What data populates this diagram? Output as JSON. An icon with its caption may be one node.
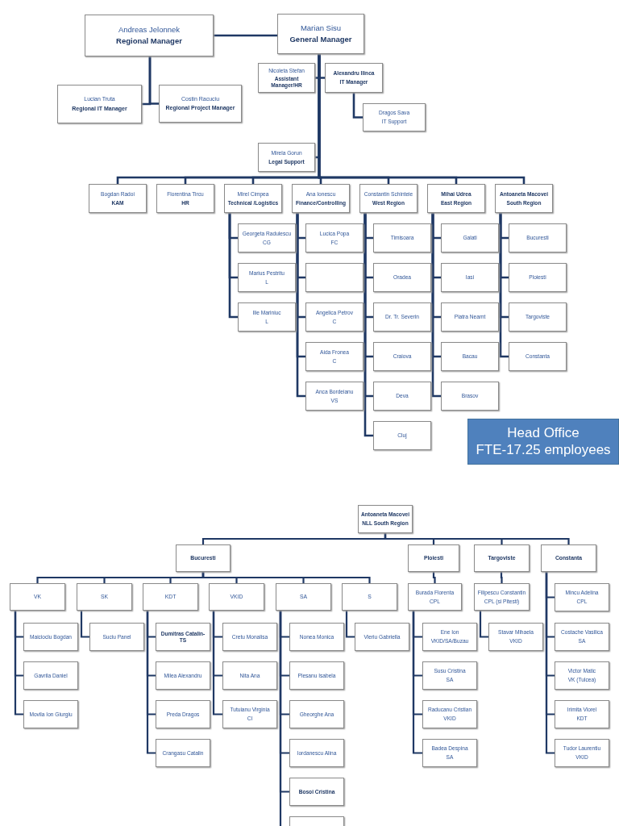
{
  "diagram": {
    "nodes": [
      {
        "text": [
          "Andreas Jelonnek",
          "Regional Manager"
        ]
      },
      {
        "text": [
          "Marian Sisu",
          "General Manager"
        ]
      },
      {
        "text": [
          "Nicoleta Stefan",
          "Assistant Manager/HR"
        ]
      },
      {
        "text": [
          "Alexandru Ilinca",
          "IT Manager"
        ]
      },
      {
        "text": [
          "Lucian Truta",
          "Regional IT Manager"
        ]
      },
      {
        "text": [
          "Costin Racuciu",
          "Regional Project Manager"
        ]
      },
      {
        "text": [
          "Dragos Sava",
          "IT Support"
        ]
      },
      {
        "text": [
          "Mirela Gorun",
          "Legal Support"
        ]
      },
      {
        "text": [
          "Bogdan Radoi",
          "KAM"
        ]
      },
      {
        "text": [
          "Florentina Tircu",
          "HR"
        ]
      },
      {
        "text": [
          "Mirel Cimpea",
          "Technical /Logistics"
        ]
      },
      {
        "text": [
          "Ana Ionescu",
          "Finance/Controlling"
        ]
      },
      {
        "text": [
          "Constantin Schinteie",
          "West Region"
        ]
      },
      {
        "text": [
          "Mihai Udrea",
          "East Region"
        ]
      },
      {
        "text": [
          "Antoaneta Macovei",
          "South Region"
        ]
      },
      {
        "text": [
          "Georgeta Radulescu",
          "CG"
        ]
      },
      {
        "text": [
          "Marius Pestritu",
          "L"
        ]
      },
      {
        "text": [
          "Ilie Mariniuc",
          "L"
        ]
      },
      {
        "text": [
          "Lucica Popa",
          "FC"
        ]
      },
      {
        "text": [],
        "shape": "box"
      },
      {
        "text": [
          "Angelica Petrov",
          "C"
        ]
      },
      {
        "text": [
          "Aida Fronea",
          "C"
        ]
      },
      {
        "text": [
          "Anca Bordeianu",
          "VS"
        ]
      },
      {
        "text": [
          "Timisoara"
        ]
      },
      {
        "text": [
          "Oradea"
        ]
      },
      {
        "text": [
          "Dr. Tr. Severin"
        ]
      },
      {
        "text": [
          "Craiova"
        ]
      },
      {
        "text": [
          "Deva"
        ]
      },
      {
        "text": [
          "Cluj"
        ]
      },
      {
        "text": [
          "Galati"
        ]
      },
      {
        "text": [
          "Iasi"
        ]
      },
      {
        "text": [
          "Piatra Neamt"
        ]
      },
      {
        "text": [
          "Bacau"
        ]
      },
      {
        "text": [
          "Brasov"
        ]
      },
      {
        "text": [
          "Bucuresti"
        ]
      },
      {
        "text": [
          "Ploiesti"
        ]
      },
      {
        "text": [
          "Targoviste"
        ]
      },
      {
        "text": [
          "Constanta"
        ]
      },
      {
        "text": [
          "Head Office",
          "FTE-17.25 employees"
        ]
      },
      {
        "text": [
          "Antoaneta Macovei",
          "NLL South Region"
        ]
      },
      {
        "text": [
          "Bucuresti"
        ]
      },
      {
        "text": [
          "Ploiesti"
        ]
      },
      {
        "text": [
          "Targoviste"
        ]
      },
      {
        "text": [
          "Constanta"
        ]
      },
      {
        "text": [
          "VK"
        ]
      },
      {
        "text": [
          "SK"
        ]
      },
      {
        "text": [
          "KDT"
        ]
      },
      {
        "text": [
          "VKID"
        ]
      },
      {
        "text": [
          "SA"
        ]
      },
      {
        "text": [
          "S"
        ]
      },
      {
        "text": [
          "Maicioclu Bogdan"
        ]
      },
      {
        "text": [
          "Gavrila Daniel"
        ]
      },
      {
        "text": [
          "Movila Ion Giurgiu"
        ]
      },
      {
        "text": [
          "Suciu Panel"
        ]
      },
      {
        "text": [
          "Dumitras Catalin-TS"
        ]
      },
      {
        "text": [
          "Milea Alexandru"
        ]
      },
      {
        "text": [
          "Preda Dragos"
        ]
      },
      {
        "text": [
          "Crangasu Catalin"
        ]
      },
      {
        "text": [
          "Cretu Monalisa"
        ]
      },
      {
        "text": [
          "Nita Ana"
        ]
      },
      {
        "text": [
          "Tutuianu Virginia",
          "CI"
        ]
      },
      {
        "text": [
          "Nonea Monica"
        ]
      },
      {
        "text": [
          "Plesanu Isabela"
        ]
      },
      {
        "text": [
          "Gheorghe Ana"
        ]
      },
      {
        "text": [
          "Iordanescu Alina"
        ]
      },
      {
        "text": [
          "Bosoi Cristina"
        ]
      },
      {
        "text": [],
        "shape": "box"
      },
      {
        "text": [
          "Vieriu Gabriella"
        ]
      },
      {
        "text": [
          "Burada Florenta",
          "CPL"
        ]
      },
      {
        "text": [
          "Ene Ion",
          "VKID/SA/Buzau"
        ]
      },
      {
        "text": [
          "Susu Cristina",
          "SA"
        ]
      },
      {
        "text": [
          "Raducanu Cristian",
          "VKID"
        ]
      },
      {
        "text": [
          "Badea Despina",
          "SA"
        ]
      },
      {
        "text": [
          "Filipescu Constantin",
          "CPL (si Pitesti)"
        ]
      },
      {
        "text": [
          "Stavar Mihaela",
          "VKID"
        ]
      },
      {
        "text": [
          "Mincu Adelina",
          "CPL"
        ]
      },
      {
        "text": [
          "Costache Vasilica",
          "SA"
        ]
      },
      {
        "text": [
          "Victor Matic",
          "VK (Tulcea)"
        ]
      },
      {
        "text": [
          "Irimita Viorel",
          "KDT"
        ]
      },
      {
        "text": [
          "Tudor Laurentiu",
          "VKID"
        ]
      }
    ],
    "edges": [
      {
        "from": 0,
        "to": 1,
        "arrow": "none"
      },
      {
        "from": 1,
        "to": 2,
        "arrow": "none"
      },
      {
        "from": 1,
        "to": 3,
        "arrow": "none"
      },
      {
        "from": 0,
        "to": 4,
        "arrow": "none"
      },
      {
        "from": 0,
        "to": 5,
        "arrow": "none"
      },
      {
        "from": 3,
        "to": 6,
        "arrow": "none"
      },
      {
        "from": 1,
        "to": 7,
        "arrow": "none"
      },
      {
        "from": 1,
        "to": 8,
        "arrow": "none"
      },
      {
        "from": 1,
        "to": 9,
        "arrow": "none"
      },
      {
        "from": 1,
        "to": 10,
        "arrow": "none"
      },
      {
        "from": 1,
        "to": 11,
        "arrow": "none"
      },
      {
        "from": 1,
        "to": 12,
        "arrow": "none"
      },
      {
        "from": 1,
        "to": 13,
        "arrow": "none"
      },
      {
        "from": 1,
        "to": 14,
        "arrow": "none"
      },
      {
        "from": 10,
        "to": 15,
        "arrow": "none"
      },
      {
        "from": 10,
        "to": 16,
        "arrow": "none"
      },
      {
        "from": 10,
        "to": 17,
        "arrow": "none"
      },
      {
        "from": 11,
        "to": 18,
        "arrow": "none"
      },
      {
        "from": 11,
        "to": 19,
        "arrow": "none"
      },
      {
        "from": 11,
        "to": 20,
        "arrow": "none"
      },
      {
        "from": 11,
        "to": 21,
        "arrow": "none"
      },
      {
        "from": 11,
        "to": 22,
        "arrow": "none"
      },
      {
        "from": 12,
        "to": 23,
        "arrow": "none"
      },
      {
        "from": 12,
        "to": 24,
        "arrow": "none"
      },
      {
        "from": 12,
        "to": 25,
        "arrow": "none"
      },
      {
        "from": 12,
        "to": 26,
        "arrow": "none"
      },
      {
        "from": 12,
        "to": 27,
        "arrow": "none"
      },
      {
        "from": 12,
        "to": 28,
        "arrow": "none"
      },
      {
        "from": 13,
        "to": 29,
        "arrow": "none"
      },
      {
        "from": 13,
        "to": 30,
        "arrow": "none"
      },
      {
        "from": 13,
        "to": 31,
        "arrow": "none"
      },
      {
        "from": 13,
        "to": 32,
        "arrow": "none"
      },
      {
        "from": 13,
        "to": 33,
        "arrow": "none"
      },
      {
        "from": 14,
        "to": 34,
        "arrow": "none"
      },
      {
        "from": 14,
        "to": 35,
        "arrow": "none"
      },
      {
        "from": 14,
        "to": 36,
        "arrow": "none"
      },
      {
        "from": 14,
        "to": 37,
        "arrow": "none"
      },
      {
        "from": 39,
        "to": 40,
        "arrow": "none"
      },
      {
        "from": 39,
        "to": 41,
        "arrow": "none"
      },
      {
        "from": 39,
        "to": 42,
        "arrow": "none"
      },
      {
        "from": 39,
        "to": 43,
        "arrow": "none"
      },
      {
        "from": 40,
        "to": 44,
        "arrow": "none"
      },
      {
        "from": 40,
        "to": 45,
        "arrow": "none"
      },
      {
        "from": 40,
        "to": 46,
        "arrow": "none"
      },
      {
        "from": 40,
        "to": 47,
        "arrow": "none"
      },
      {
        "from": 40,
        "to": 48,
        "arrow": "none"
      },
      {
        "from": 40,
        "to": 49,
        "arrow": "none"
      },
      {
        "from": 44,
        "to": 50,
        "arrow": "none"
      },
      {
        "from": 44,
        "to": 51,
        "arrow": "none"
      },
      {
        "from": 44,
        "to": 52,
        "arrow": "none"
      },
      {
        "from": 45,
        "to": 53,
        "arrow": "none"
      },
      {
        "from": 46,
        "to": 54,
        "arrow": "none"
      },
      {
        "from": 46,
        "to": 55,
        "arrow": "none"
      },
      {
        "from": 46,
        "to": 56,
        "arrow": "none"
      },
      {
        "from": 46,
        "to": 57,
        "arrow": "none"
      },
      {
        "from": 47,
        "to": 58,
        "arrow": "none"
      },
      {
        "from": 47,
        "to": 59,
        "arrow": "none"
      },
      {
        "from": 47,
        "to": 60,
        "arrow": "none"
      },
      {
        "from": 48,
        "to": 61,
        "arrow": "none"
      },
      {
        "from": 48,
        "to": 62,
        "arrow": "none"
      },
      {
        "from": 48,
        "to": 63,
        "arrow": "none"
      },
      {
        "from": 48,
        "to": 64,
        "arrow": "none"
      },
      {
        "from": 48,
        "to": 65,
        "arrow": "none"
      },
      {
        "from": 48,
        "to": 66,
        "arrow": "none"
      },
      {
        "from": 49,
        "to": 67,
        "arrow": "none"
      },
      {
        "from": 41,
        "to": 68,
        "arrow": "none"
      },
      {
        "from": 68,
        "to": 69,
        "arrow": "none"
      },
      {
        "from": 68,
        "to": 70,
        "arrow": "none"
      },
      {
        "from": 68,
        "to": 71,
        "arrow": "none"
      },
      {
        "from": 68,
        "to": 72,
        "arrow": "none"
      },
      {
        "from": 42,
        "to": 73,
        "arrow": "none"
      },
      {
        "from": 73,
        "to": 74,
        "arrow": "none"
      },
      {
        "from": 43,
        "to": 75,
        "arrow": "none"
      },
      {
        "from": 43,
        "to": 76,
        "arrow": "none"
      },
      {
        "from": 43,
        "to": 77,
        "arrow": "none"
      },
      {
        "from": 43,
        "to": 78,
        "arrow": "none"
      },
      {
        "from": 43,
        "to": 79,
        "arrow": "none"
      }
    ]
  }
}
